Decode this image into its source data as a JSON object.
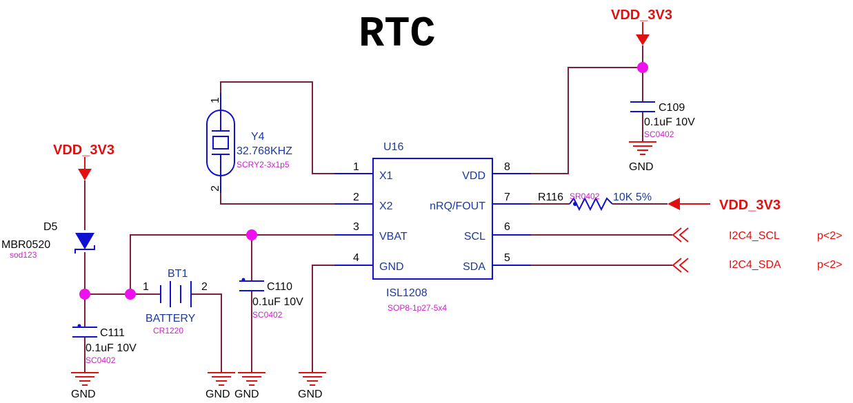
{
  "title": "RTC",
  "power": {
    "vdd": "VDD_3V3",
    "gnd": "GND"
  },
  "u16": {
    "ref": "U16",
    "part": "ISL1208",
    "footprint": "SOP8-1p27-5x4",
    "pins": [
      {
        "num": "1",
        "name": "X1"
      },
      {
        "num": "2",
        "name": "X2"
      },
      {
        "num": "3",
        "name": "VBAT"
      },
      {
        "num": "4",
        "name": "GND"
      },
      {
        "num": "8",
        "name": "VDD"
      },
      {
        "num": "7",
        "name": "nRQ/FOUT"
      },
      {
        "num": "6",
        "name": "SCL"
      },
      {
        "num": "5",
        "name": "SDA"
      }
    ]
  },
  "y4": {
    "ref": "Y4",
    "value": "32.768KHZ",
    "footprint": "SCRY2-3x1p5",
    "pin1": "1",
    "pin2": "2"
  },
  "c109": {
    "ref": "C109",
    "value": "0.1uF 10V",
    "footprint": "SC0402"
  },
  "c110": {
    "ref": "C110",
    "value": "0.1uF 10V",
    "footprint": "SC0402"
  },
  "c111": {
    "ref": "C111",
    "value": "0.1uF 10V",
    "footprint": "SC0402"
  },
  "r116": {
    "ref": "R116",
    "footprint": "SR0402",
    "value": "10K 5%"
  },
  "d5": {
    "ref": "D5",
    "part": "MBR0520",
    "footprint": "sod123"
  },
  "bt1": {
    "ref": "BT1",
    "value": "BATTERY",
    "footprint": "CR1220",
    "pin1": "1",
    "pin2": "2"
  },
  "nets": {
    "scl": "I2C4_SCL",
    "sda": "I2C4_SDA",
    "page": "p<2>"
  }
}
